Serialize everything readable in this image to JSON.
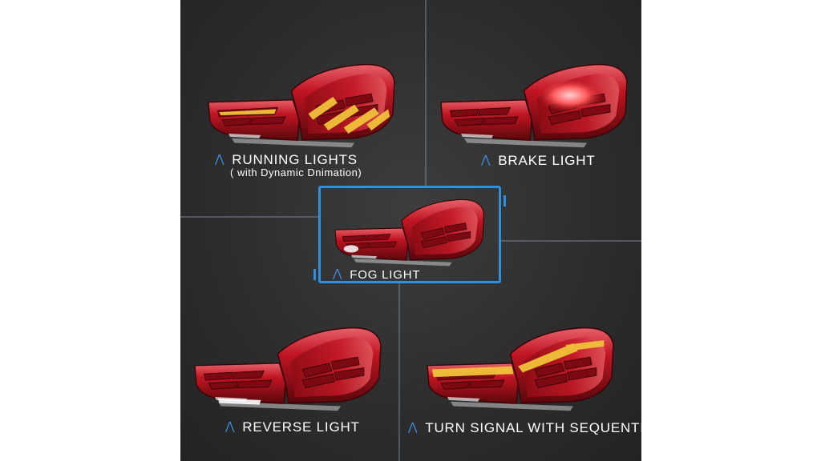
{
  "colors": {
    "background": "#ffffff",
    "panel": "#2c2c2c",
    "accent_blue": "#2f8fe0",
    "lens_red": "#c01522",
    "amber_led": "#f2c23a",
    "caption_text": "#ffffff"
  },
  "icons": {
    "caption_marker": "chevron-up-icon"
  },
  "captions": {
    "running": {
      "title": "RUNNING LIGHTS",
      "subtitle": "( with Dynamic Dnimation)"
    },
    "brake": {
      "title": "BRAKE LIGHT"
    },
    "fog": {
      "title": "FOG LIGHT"
    },
    "reverse": {
      "title": "REVERSE LIGHT"
    },
    "turn": {
      "title": "TURN SIGNAL WITH SEQUENTIAL"
    }
  },
  "marker_glyph": "⋀"
}
